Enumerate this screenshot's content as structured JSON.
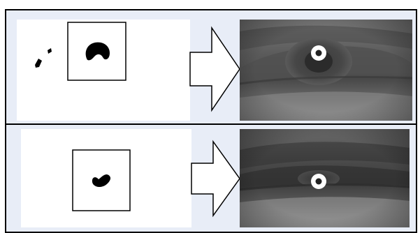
{
  "figure": {
    "background_color": "#e8edf7",
    "frame_color": "#000000",
    "rows": [
      {
        "id": "row-1",
        "mask_panel": {
          "blobs": [
            "small-blob",
            "small-blob",
            "detected-pupil-blob"
          ],
          "bounding_box": "detection-box"
        },
        "arrow_icon": "right-arrow-outline-icon",
        "eye_panel": {
          "image": "grayscale-eye-photo",
          "marker_icon": "white-ring-marker-icon"
        }
      },
      {
        "id": "row-2",
        "mask_panel": {
          "blobs": [
            "detected-pupil-blob"
          ],
          "bounding_box": "detection-box"
        },
        "arrow_icon": "right-arrow-outline-icon",
        "eye_panel": {
          "image": "grayscale-eye-photo",
          "marker_icon": "white-ring-marker-icon"
        }
      }
    ]
  }
}
